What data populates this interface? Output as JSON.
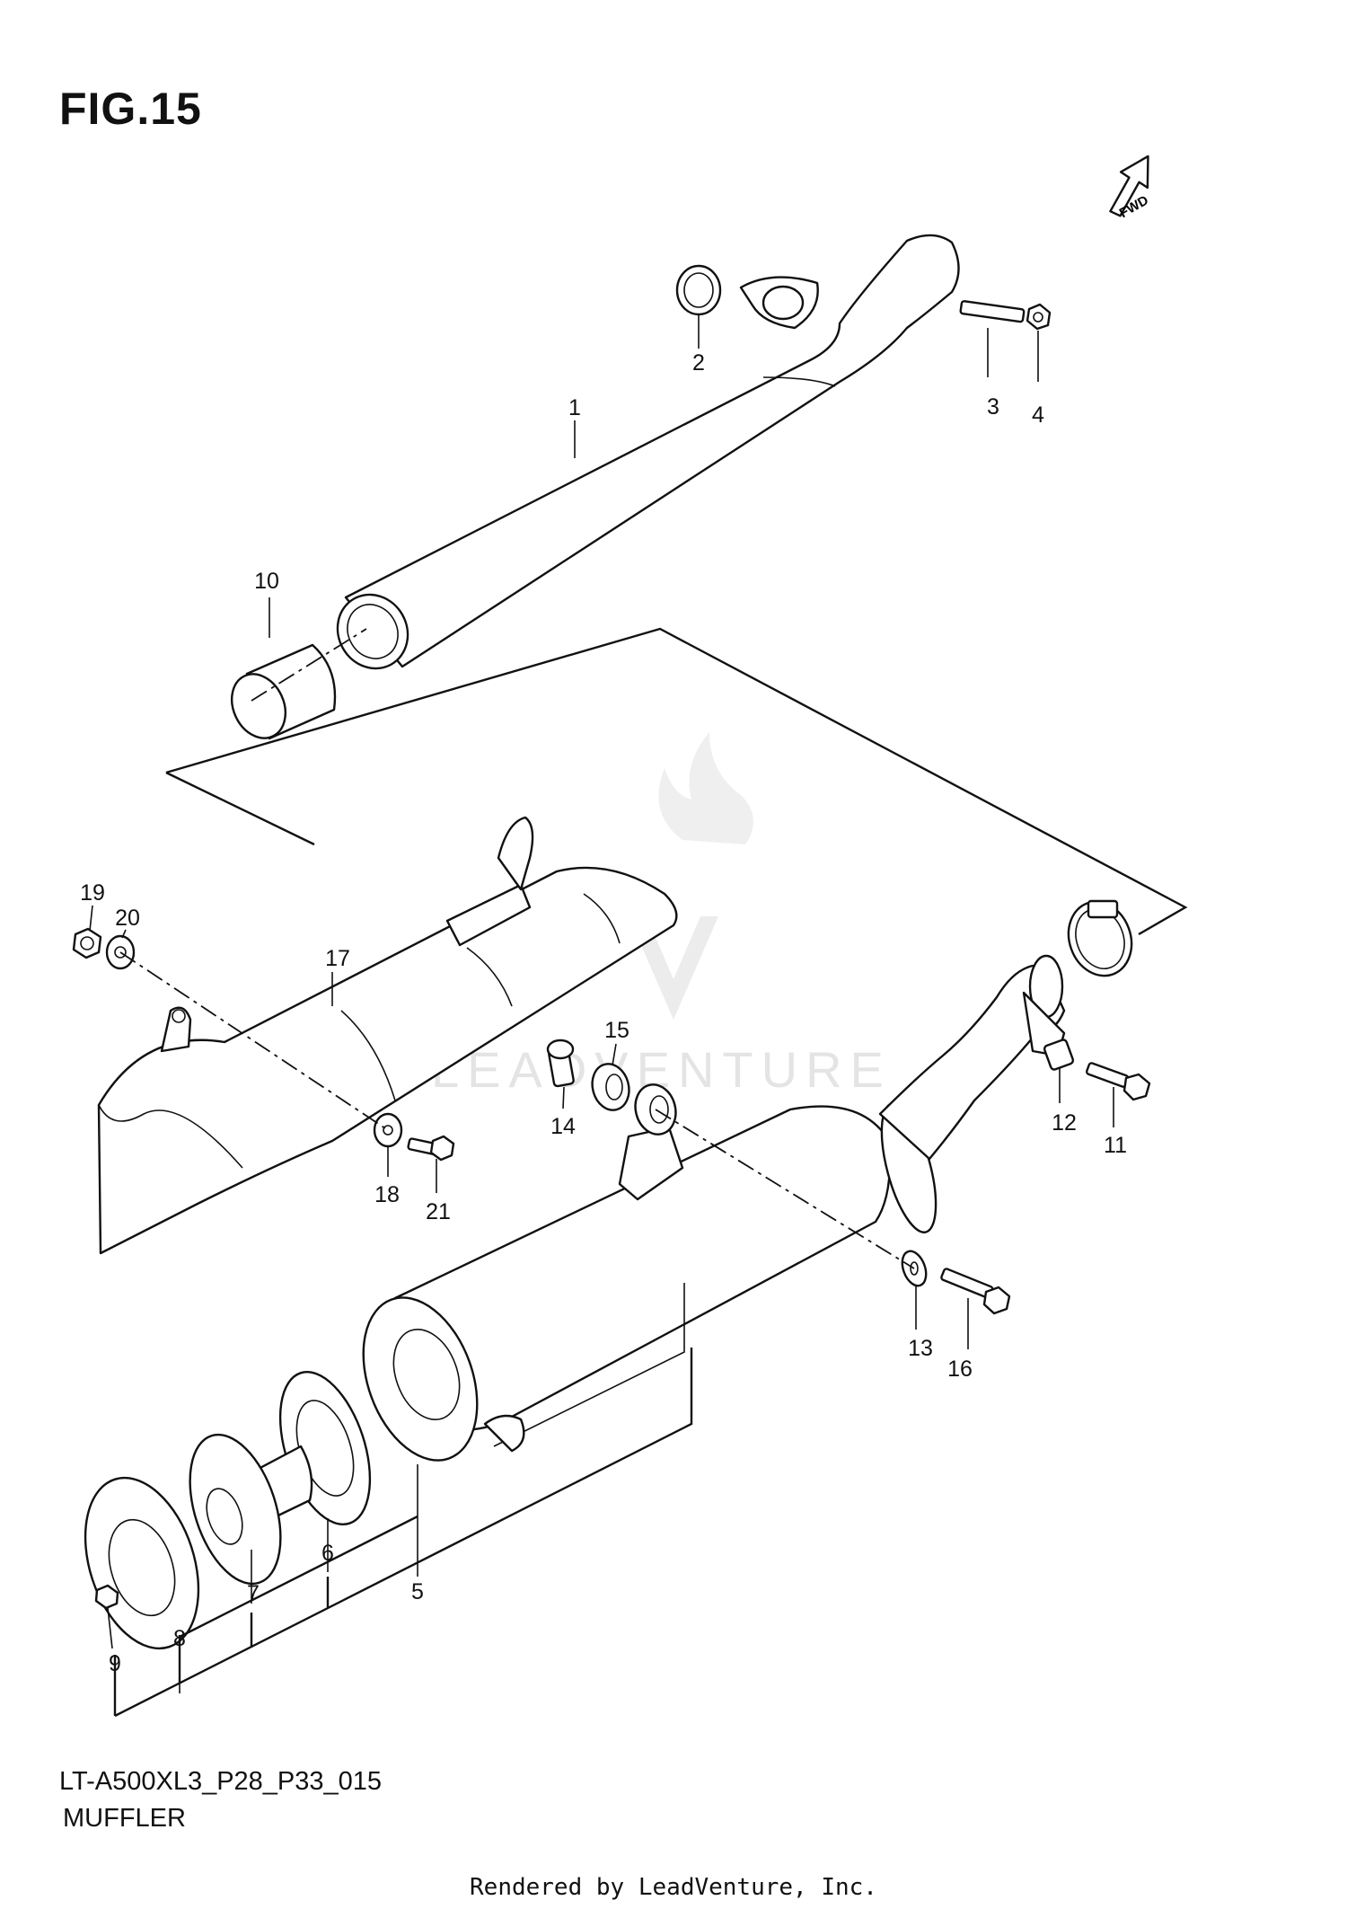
{
  "figure": {
    "title": "FIG.15",
    "code": "LT-A500XL3_P28_P33_015",
    "name": "MUFFLER",
    "footer": "Rendered by LeadVenture, Inc.",
    "direction_tag": "FWD",
    "watermark": "LEADVENTURE"
  },
  "callouts": [
    "1",
    "2",
    "3",
    "4",
    "5",
    "6",
    "7",
    "8",
    "9",
    "10",
    "11",
    "12",
    "13",
    "14",
    "15",
    "16",
    "17",
    "18",
    "19",
    "20",
    "21"
  ],
  "parts": [
    {
      "ref": "1",
      "shape": "exhaust-pipe"
    },
    {
      "ref": "2",
      "shape": "gasket-ring"
    },
    {
      "ref": "3",
      "shape": "stud-bolt"
    },
    {
      "ref": "4",
      "shape": "nut"
    },
    {
      "ref": "5",
      "shape": "muffler-body"
    },
    {
      "ref": "6",
      "shape": "gasket-plate"
    },
    {
      "ref": "7",
      "shape": "spark-arrester"
    },
    {
      "ref": "8",
      "shape": "end-cap"
    },
    {
      "ref": "9",
      "shape": "bolt"
    },
    {
      "ref": "10",
      "shape": "pipe-sleeve"
    },
    {
      "ref": "11",
      "shape": "bolt"
    },
    {
      "ref": "12",
      "shape": "spacer"
    },
    {
      "ref": "13",
      "shape": "washer"
    },
    {
      "ref": "14",
      "shape": "collar"
    },
    {
      "ref": "15",
      "shape": "cushion"
    },
    {
      "ref": "16",
      "shape": "bolt"
    },
    {
      "ref": "17",
      "shape": "heat-shield"
    },
    {
      "ref": "18",
      "shape": "washer"
    },
    {
      "ref": "19",
      "shape": "nut"
    },
    {
      "ref": "20",
      "shape": "washer"
    },
    {
      "ref": "21",
      "shape": "bolt"
    }
  ]
}
